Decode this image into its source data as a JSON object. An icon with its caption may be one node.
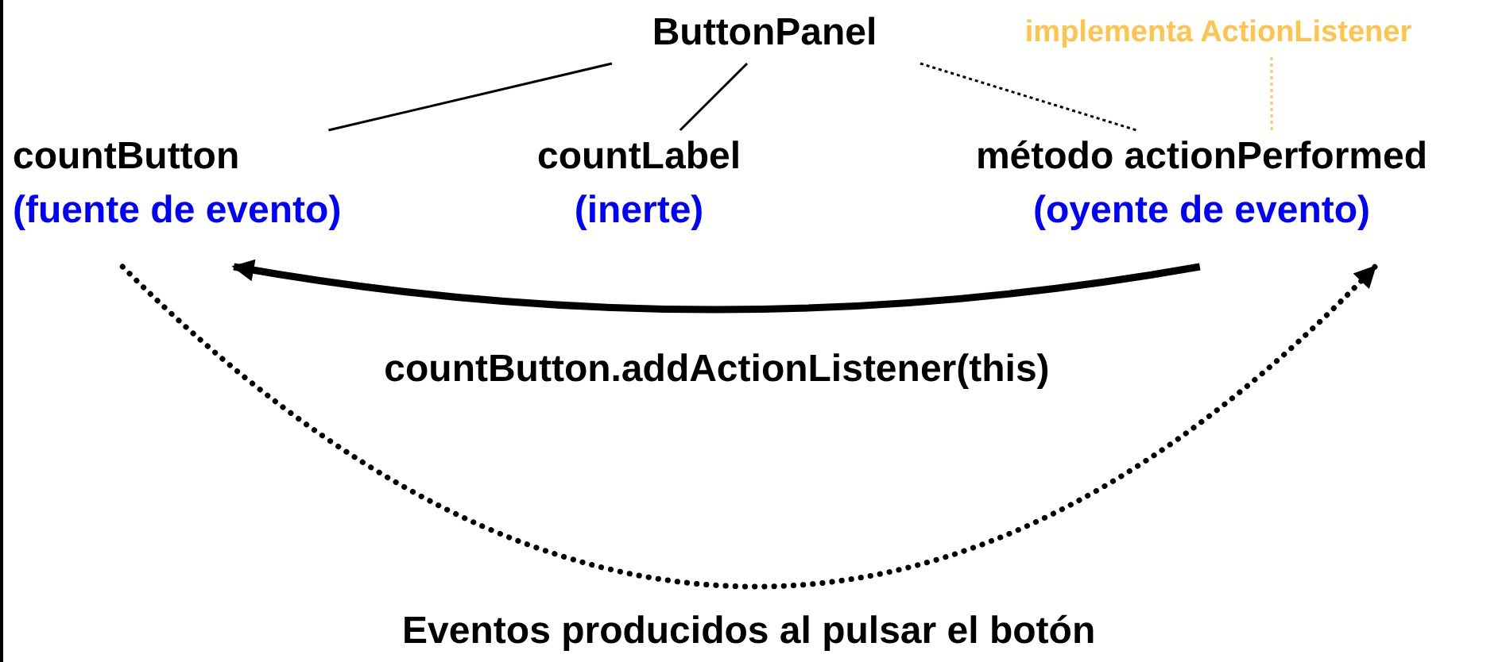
{
  "diagram": {
    "nodes": [
      {
        "text": [
          "ButtonPanel"
        ]
      },
      {
        "text": [
          "implementa ActionListener"
        ]
      },
      {
        "text": [
          "countButton",
          "(fuente de evento)"
        ]
      },
      {
        "text": [
          "countLabel",
          "(inerte)"
        ]
      },
      {
        "text": [
          "método actionPerformed",
          "(oyente de evento)"
        ]
      }
    ],
    "edges": [
      {
        "from": 0,
        "to": 2,
        "arrow": "none"
      },
      {
        "from": 0,
        "to": 3,
        "arrow": "none"
      },
      {
        "from": 0,
        "to": 4,
        "arrow": "none",
        "style": "dashed"
      },
      {
        "from": 1,
        "to": 4,
        "arrow": "none",
        "style": "dashed",
        "color": "#ffc966"
      },
      {
        "from": 4,
        "to": 2,
        "arrow": "to",
        "style": "thick",
        "label": "countButton.addActionListener(this)"
      },
      {
        "from": 2,
        "to": 4,
        "arrow": "to",
        "style": "dashed",
        "label": "Eventos producidos al pulsar el botón"
      }
    ]
  }
}
